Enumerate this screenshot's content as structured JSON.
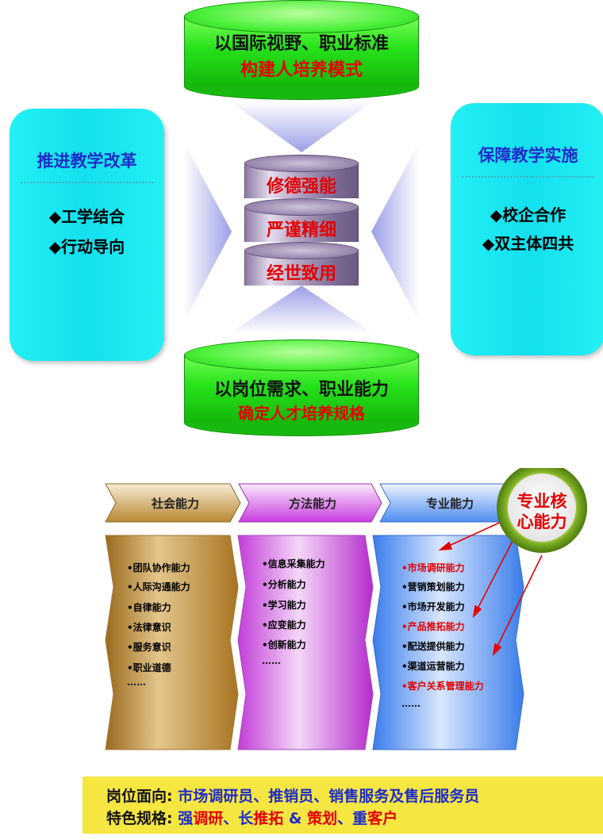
{
  "top_cylinder": {
    "line1": "以国际视野、职业标准",
    "line2": "构建人培养模式"
  },
  "bottom_cylinder": {
    "line1": "以岗位需求、职业能力",
    "line2": "确定人才培养规格"
  },
  "left_panel": {
    "title": "推进教学改革",
    "items": [
      "◆工学结合",
      "◆行动导向"
    ]
  },
  "right_panel": {
    "title": "保障教学实施",
    "items": [
      "◆校企合作",
      "◆双主体四共"
    ]
  },
  "center_stack": [
    "修德强能",
    "严谨精细",
    "经世致用"
  ],
  "columns": [
    {
      "header": "社会能力",
      "items": [
        "•团队协作能力",
        "•人际沟通能力",
        "•自律能力",
        "•法律意识",
        "•服务意识",
        "•职业道德",
        "……"
      ]
    },
    {
      "header": "方法能力",
      "items": [
        "•信息采集能力",
        "•分析能力",
        "•学习能力",
        "•应变能力",
        "•创新能力",
        "……"
      ]
    },
    {
      "header": "专业能力",
      "items": [
        "•市场调研能力",
        "•营销策划能力",
        "•市场开发能力",
        "•产品推拓能力",
        "•配送提供能力",
        "•渠道运营能力",
        "•客户关系管理能力",
        "……"
      ]
    }
  ],
  "highlighted_items": [
    "•市场调研能力",
    "•产品推拓能力",
    "•客户关系管理能力"
  ],
  "core_badge": {
    "line1": "专业核",
    "line2": "心能力"
  },
  "footer": {
    "line1_label": "岗位面向:",
    "line1_value": "市场调研员、推销员、销售服务及售后服务员",
    "line2_label": "特色规格:",
    "line2_parts": [
      "强",
      "调研",
      "、长",
      "推拓",
      " & ",
      "策划",
      "、重",
      "客户"
    ]
  },
  "colors": {
    "blue_text": "#1f2cc8",
    "red_text": "#e40000",
    "green": "#27e21b",
    "cyan": "#13e0ee",
    "footer_bg": "#f5e642"
  }
}
